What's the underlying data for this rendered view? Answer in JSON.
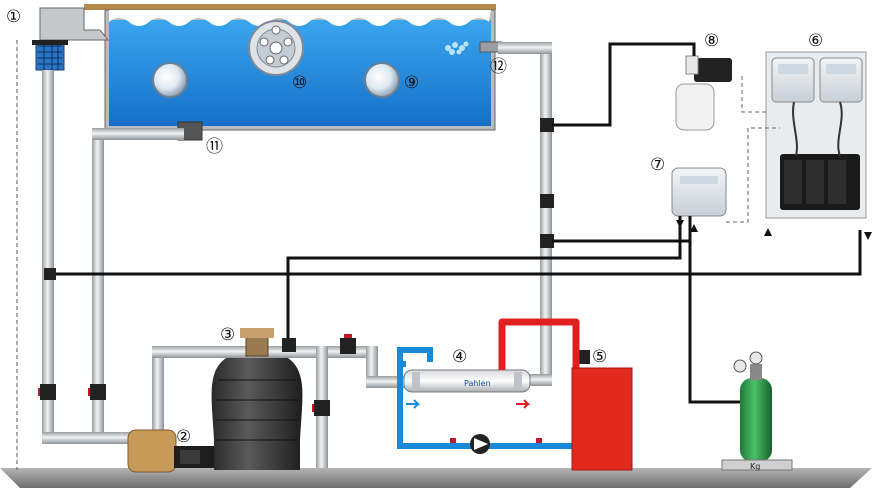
{
  "labels": [
    {
      "id": "skimmer",
      "text": "①"
    },
    {
      "id": "pump",
      "text": "②"
    },
    {
      "id": "filter",
      "text": "③"
    },
    {
      "id": "heat-exchanger",
      "text": "④"
    },
    {
      "id": "boiler",
      "text": "⑤"
    },
    {
      "id": "control-panel",
      "text": "⑥"
    },
    {
      "id": "co2-controller",
      "text": "⑦"
    },
    {
      "id": "dosing-pump",
      "text": "⑧"
    },
    {
      "id": "light",
      "text": "⑨"
    },
    {
      "id": "counter-current",
      "text": "⑩"
    },
    {
      "id": "main-drain",
      "text": "⑪"
    },
    {
      "id": "return-inlet",
      "text": "⑫"
    }
  ],
  "gas_cylinder_label": "Kg",
  "exchanger_brand": "Pahlen",
  "colors": {
    "water": "#1e8fe0",
    "pipe": "#c9cccf",
    "hot_line": "#e02020",
    "cold_line": "#1a8ad8",
    "boiler": "#e02a1e",
    "cylinder": "#2e9e4a",
    "valve": "#c0192a",
    "ground": "#8a8a8a"
  }
}
